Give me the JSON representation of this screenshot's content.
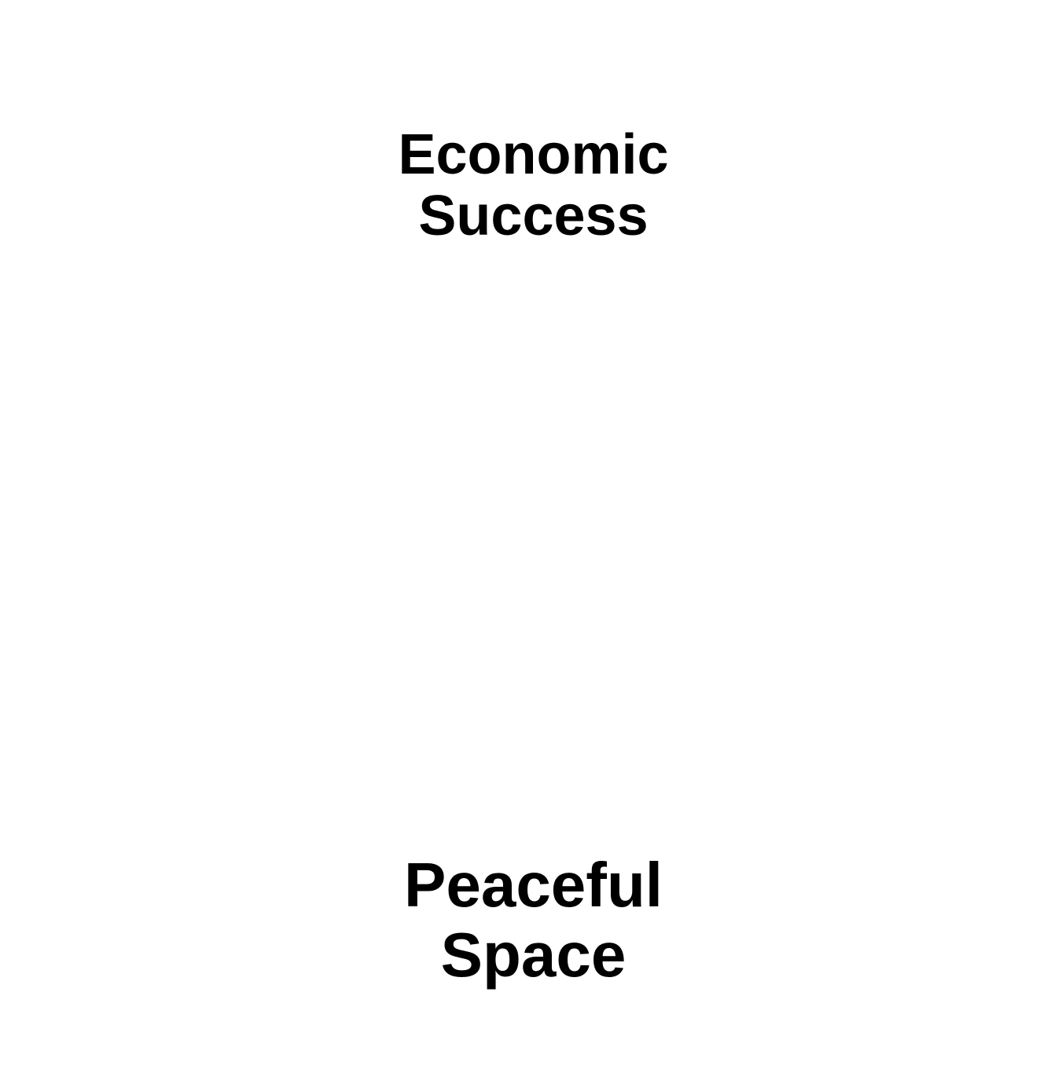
{
  "top_label": {
    "line1": "Economic",
    "line2": "Success"
  },
  "bottom_label": {
    "line1": "Peaceful",
    "line2": "Space"
  }
}
